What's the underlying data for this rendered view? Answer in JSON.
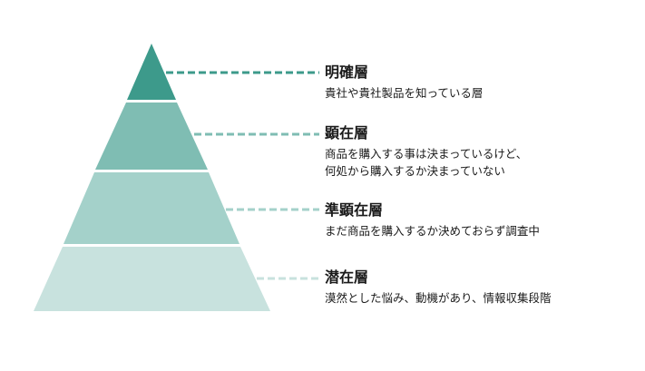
{
  "diagram": {
    "layers": [
      {
        "title": "明確層",
        "description_lines": [
          "貴社や貴社製品を知っている層"
        ],
        "color": "#3d9a8b"
      },
      {
        "title": "顕在層",
        "description_lines": [
          "商品を購入する事は決まっているけど、",
          "何処から購入するか決まっていない"
        ],
        "color": "#7fbdb3"
      },
      {
        "title": "準顕在層",
        "description_lines": [
          "まだ商品を購入するか決めておらず調査中"
        ],
        "color": "#a4d1ca"
      },
      {
        "title": "潜在層",
        "description_lines": [
          "漠然とした悩み、動機があり、情報収集段階"
        ],
        "color": "#c8e2de"
      }
    ]
  }
}
